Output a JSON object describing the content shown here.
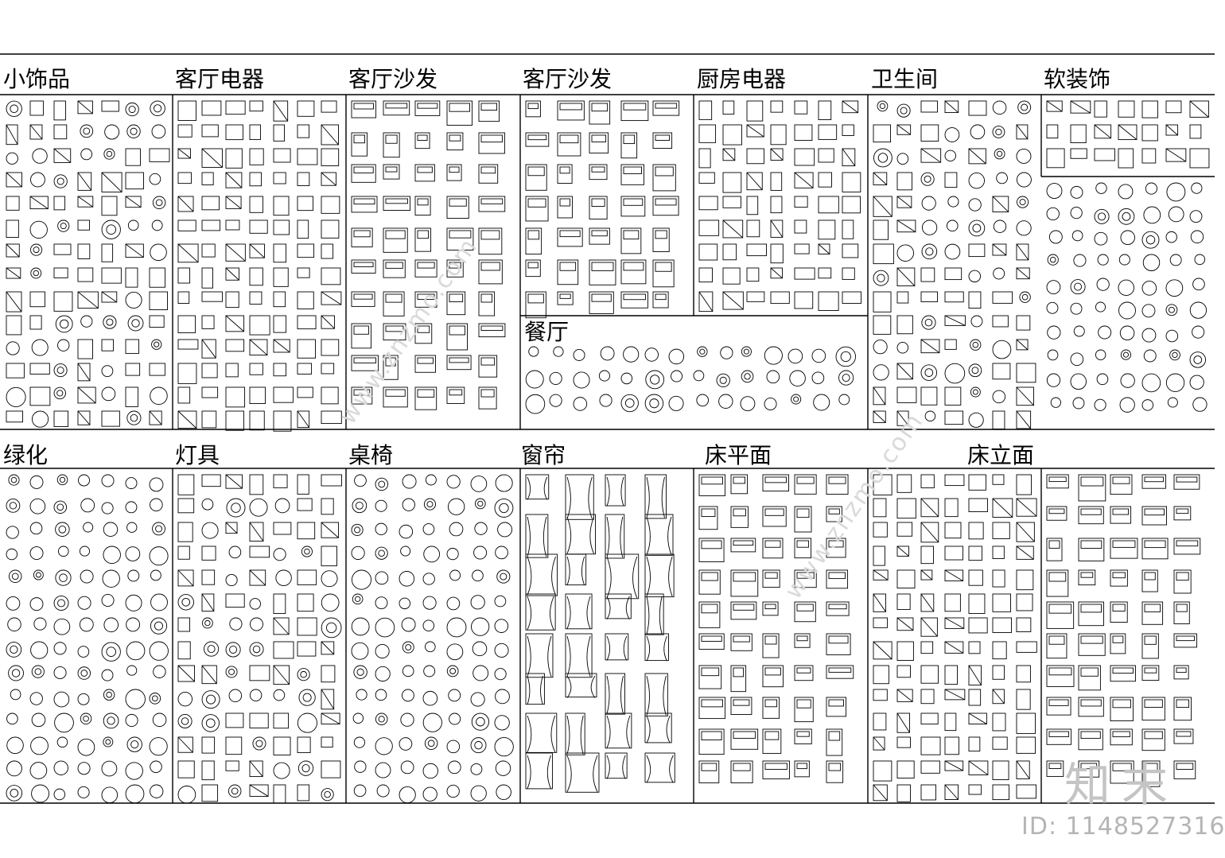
{
  "sections": [
    {
      "id": "xiao-shipin",
      "title": "小饰品"
    },
    {
      "id": "keting-dianqi",
      "title": "客厅电器"
    },
    {
      "id": "keting-shafa-1",
      "title": "客厅沙发"
    },
    {
      "id": "keting-shafa-2",
      "title": "客厅沙发"
    },
    {
      "id": "chufang-dianqi",
      "title": "厨房电器"
    },
    {
      "id": "weishengjian",
      "title": "卫生间"
    },
    {
      "id": "ruan-zhuangshi",
      "title": "软装饰"
    },
    {
      "id": "canting",
      "title": "餐厅"
    },
    {
      "id": "lvhua",
      "title": "绿化"
    },
    {
      "id": "dengju",
      "title": "灯具"
    },
    {
      "id": "zhuoyi",
      "title": "桌椅"
    },
    {
      "id": "chuanglian",
      "title": "窗帘"
    },
    {
      "id": "chuang-pingmian",
      "title": "床平面"
    },
    {
      "id": "chuang-limian",
      "title": "床立面"
    }
  ],
  "watermark": {
    "logo": "知末",
    "id_text": "ID: 1148527316",
    "site_text": "www.znzmo.com"
  },
  "colors": {
    "line": "#000000",
    "background": "#ffffff",
    "watermark": "#c4c4c4"
  }
}
